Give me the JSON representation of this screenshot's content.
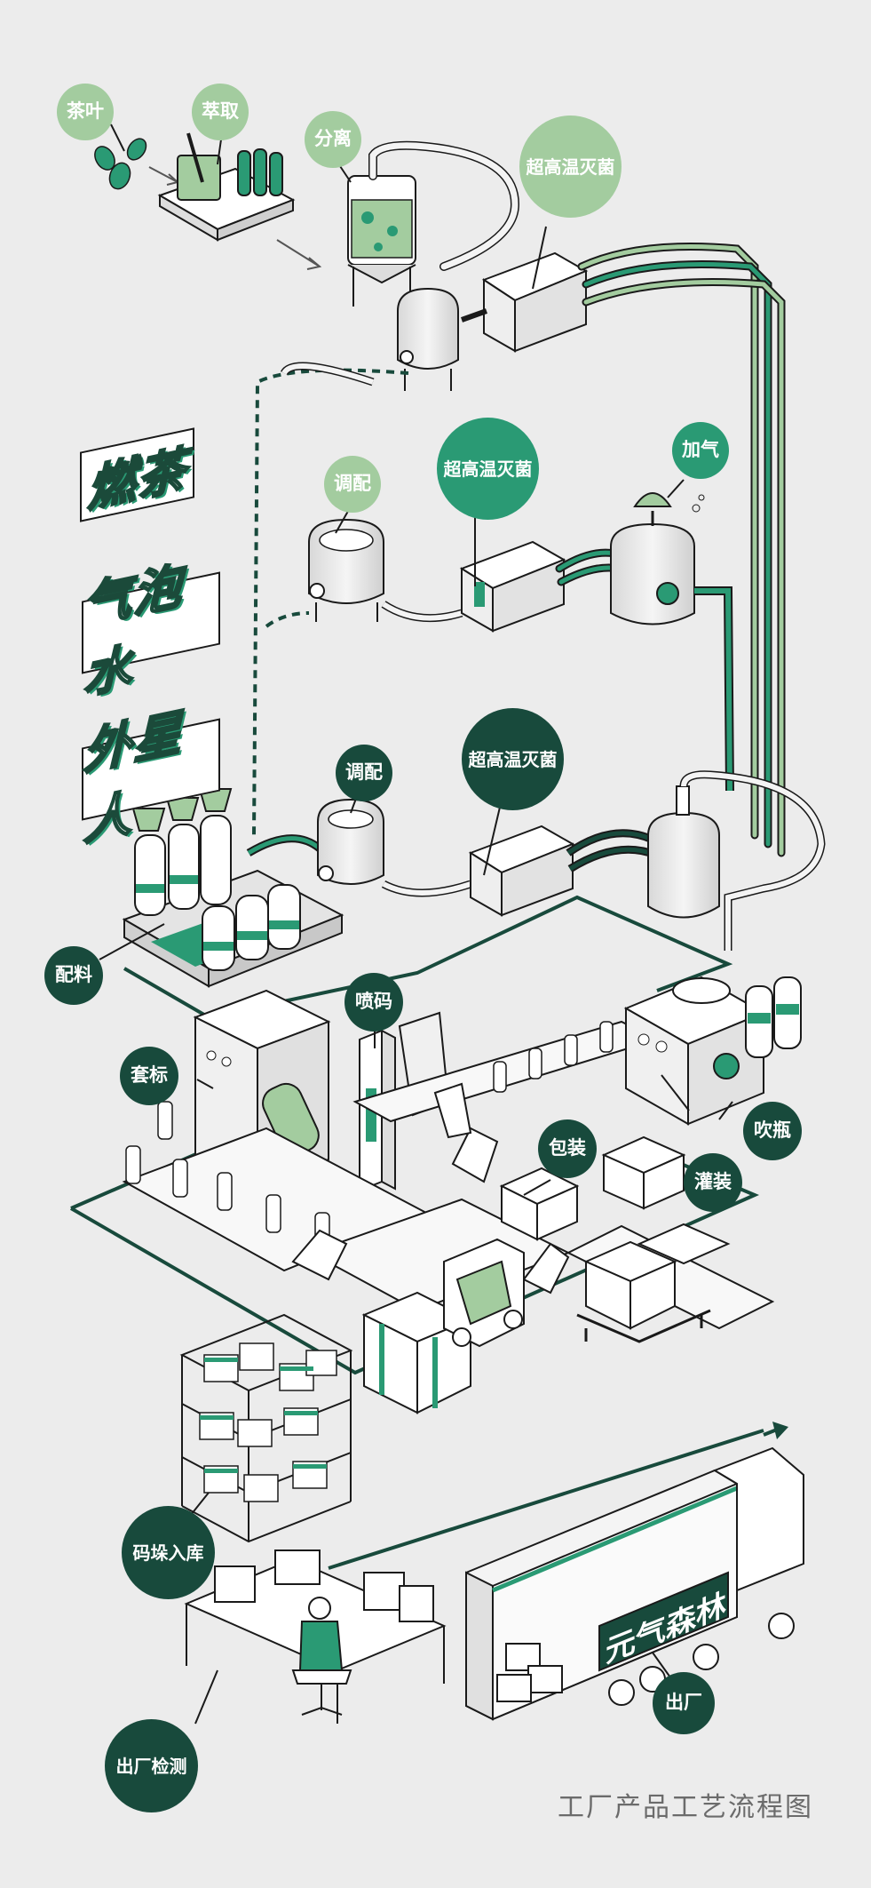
{
  "stage1": {
    "tea": "茶叶",
    "extract": "萃取",
    "separate": "分离",
    "sterilize": "超高温灭菌"
  },
  "stage2": {
    "blend": "调配",
    "sterilize": "超高温灭菌",
    "carbonate": "加气"
  },
  "stage3": {
    "blend": "调配",
    "sterilize": "超高温灭菌",
    "ingredients": "配料"
  },
  "products": {
    "p1": "燃茶",
    "p2": "气泡水",
    "p3": "外星人"
  },
  "line": {
    "label": "套标",
    "print": "喷码",
    "blow": "吹瓶",
    "fill": "灌装",
    "pack": "包装"
  },
  "warehouse": {
    "stack": "码垛入库",
    "inspect": "出厂检测",
    "ship": "出厂"
  },
  "truck": {
    "brand": "元气森林"
  },
  "footer": {
    "title": "工厂产品工艺流程图"
  },
  "colors": {
    "light": "#a3cc9f",
    "mid": "#2a9a74",
    "dark": "#184a3c",
    "bg": "#ececec"
  }
}
